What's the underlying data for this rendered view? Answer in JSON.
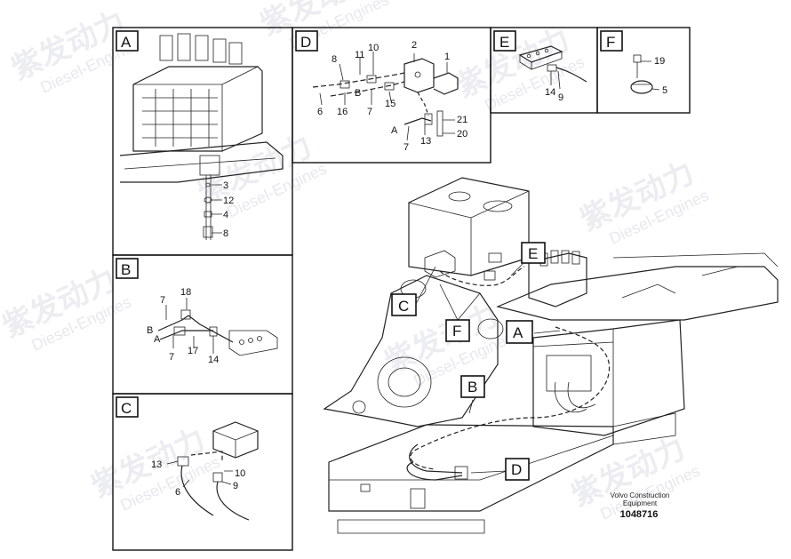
{
  "watermark": {
    "cn": "紫发动力",
    "en": "Diesel-Engines"
  },
  "panels": {
    "A": {
      "key": "A",
      "callouts": [
        "3",
        "12",
        "4",
        "8"
      ]
    },
    "B": {
      "key": "B",
      "callouts": [
        "7",
        "18",
        "B",
        "A",
        "7",
        "17",
        "14"
      ]
    },
    "C": {
      "key": "C",
      "callouts": [
        "13",
        "10",
        "6",
        "9"
      ]
    },
    "D": {
      "key": "D",
      "callouts": [
        "2",
        "1",
        "10",
        "8",
        "11",
        "B",
        "6",
        "16",
        "7",
        "15",
        "21",
        "20",
        "A",
        "7",
        "13"
      ]
    },
    "E": {
      "key": "E",
      "callouts": [
        "14",
        "9"
      ]
    },
    "F": {
      "key": "F",
      "callouts": [
        "19",
        "5"
      ]
    }
  },
  "main_view": {
    "keys": [
      "E",
      "C",
      "F",
      "A",
      "B",
      "D"
    ]
  },
  "footer": {
    "brand_line1": "Volvo Construction",
    "brand_line2": "Equipment",
    "part_number": "1048716"
  }
}
